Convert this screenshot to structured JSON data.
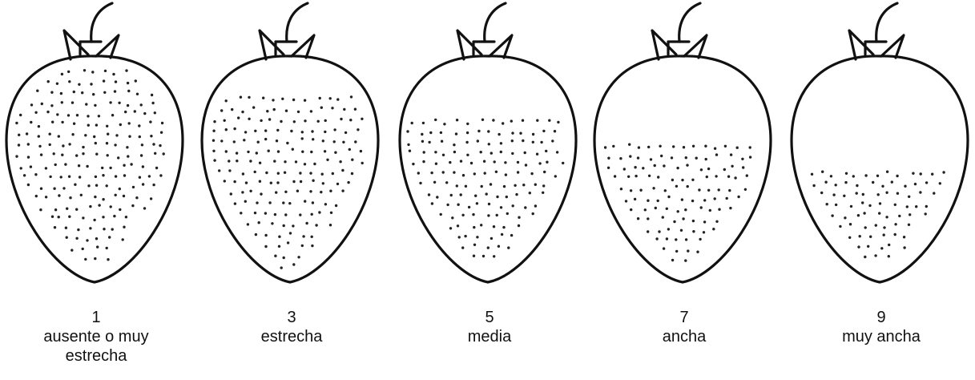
{
  "figure": {
    "panels": [
      {
        "score": "1",
        "label": "ausente o muy estrecha",
        "seedless_fraction": 0.0
      },
      {
        "score": "3",
        "label": "estrecha",
        "seedless_fraction": 0.12
      },
      {
        "score": "5",
        "label": "media",
        "seedless_fraction": 0.22
      },
      {
        "score": "7",
        "label": "ancha",
        "seedless_fraction": 0.33
      },
      {
        "score": "9",
        "label": "muy ancha",
        "seedless_fraction": 0.45
      }
    ],
    "ink_color": "#111111",
    "background_color": "#ffffff"
  }
}
